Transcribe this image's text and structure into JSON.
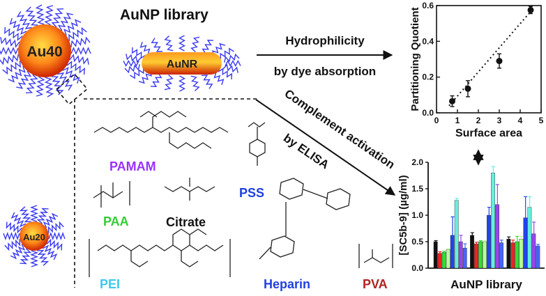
{
  "title": "AuNP library",
  "particles": {
    "large": "Au40",
    "rod": "AuNR",
    "small": "Au20"
  },
  "arrows": {
    "top_label_1": "Hydrophilicity",
    "top_label_2": "by dye absorption",
    "diag_label_1": "Complement activation",
    "diag_label_2": "by ELISA"
  },
  "ligands": {
    "pamam": "PAMAM",
    "paa": "PAA",
    "citrate": "Citrate",
    "pss": "PSS",
    "pei": "PEI",
    "heparin": "Heparin",
    "pva": "PVA"
  },
  "colors": {
    "pamam": "#9b30ff",
    "paa": "#33cc33",
    "citrate": "#111111",
    "pss": "#1f3fe0",
    "pei": "#3cc8f0",
    "heparin": "#1f3fe0",
    "pva": "#b02222",
    "ligand_wave": "#3a3af0",
    "core_center": "#ffcc33",
    "core_edge": "#cc2200"
  },
  "chart_data": [
    {
      "type": "scatter",
      "xlabel": "Surface area",
      "ylabel": "Partitioning Quotient",
      "xlim": [
        0,
        5
      ],
      "ylim": [
        0,
        0.6
      ],
      "xticks": [
        "0",
        "1",
        "2",
        "3",
        "4",
        "5"
      ],
      "yticks": [
        "0.0",
        "0.2",
        "0.4",
        "0.6"
      ],
      "points": [
        {
          "x": 0.75,
          "y": 0.065,
          "err": 0.03
        },
        {
          "x": 1.5,
          "y": 0.135,
          "err": 0.045
        },
        {
          "x": 3.0,
          "y": 0.29,
          "err": 0.04
        },
        {
          "x": 4.5,
          "y": 0.575,
          "err": 0.02
        }
      ],
      "trendline": {
        "style": "dotted",
        "x": [
          0.6,
          4.6
        ],
        "y": [
          0.04,
          0.58
        ]
      }
    },
    {
      "type": "bar",
      "xlabel": "AuNP library",
      "ylabel": "[SC5b-9] (µg/ml)",
      "ylim": [
        0,
        2.0
      ],
      "yticks": [
        "0.0",
        "0.5",
        "1.0",
        "1.5",
        "2.0"
      ],
      "series_colors": [
        "#111111",
        "#ee2222",
        "#33dd33",
        "#bbff99",
        "#2244ee",
        "#66eedd",
        "#9944ee",
        "#4466ff"
      ],
      "groups": [
        {
          "values": [
            0.5,
            0.28,
            0.3,
            0.35,
            0.62,
            1.28,
            0.5,
            0.38
          ],
          "errors": [
            0.02,
            0.03,
            0.02,
            0.02,
            0.35,
            0.04,
            0.12,
            0.08
          ]
        },
        {
          "values": [
            0.62,
            0.46,
            0.5,
            0.5,
            1.0,
            1.8,
            1.2,
            0.48
          ],
          "errors": [
            0.05,
            0.03,
            0.02,
            0.02,
            0.15,
            0.12,
            0.38,
            0.05
          ]
        },
        {
          "values": [
            0.55,
            0.48,
            0.5,
            0.55,
            0.95,
            1.15,
            0.65,
            0.42
          ],
          "errors": [
            0.04,
            0.05,
            0.1,
            0.05,
            0.4,
            0.2,
            0.22,
            0.03
          ]
        }
      ]
    }
  ]
}
